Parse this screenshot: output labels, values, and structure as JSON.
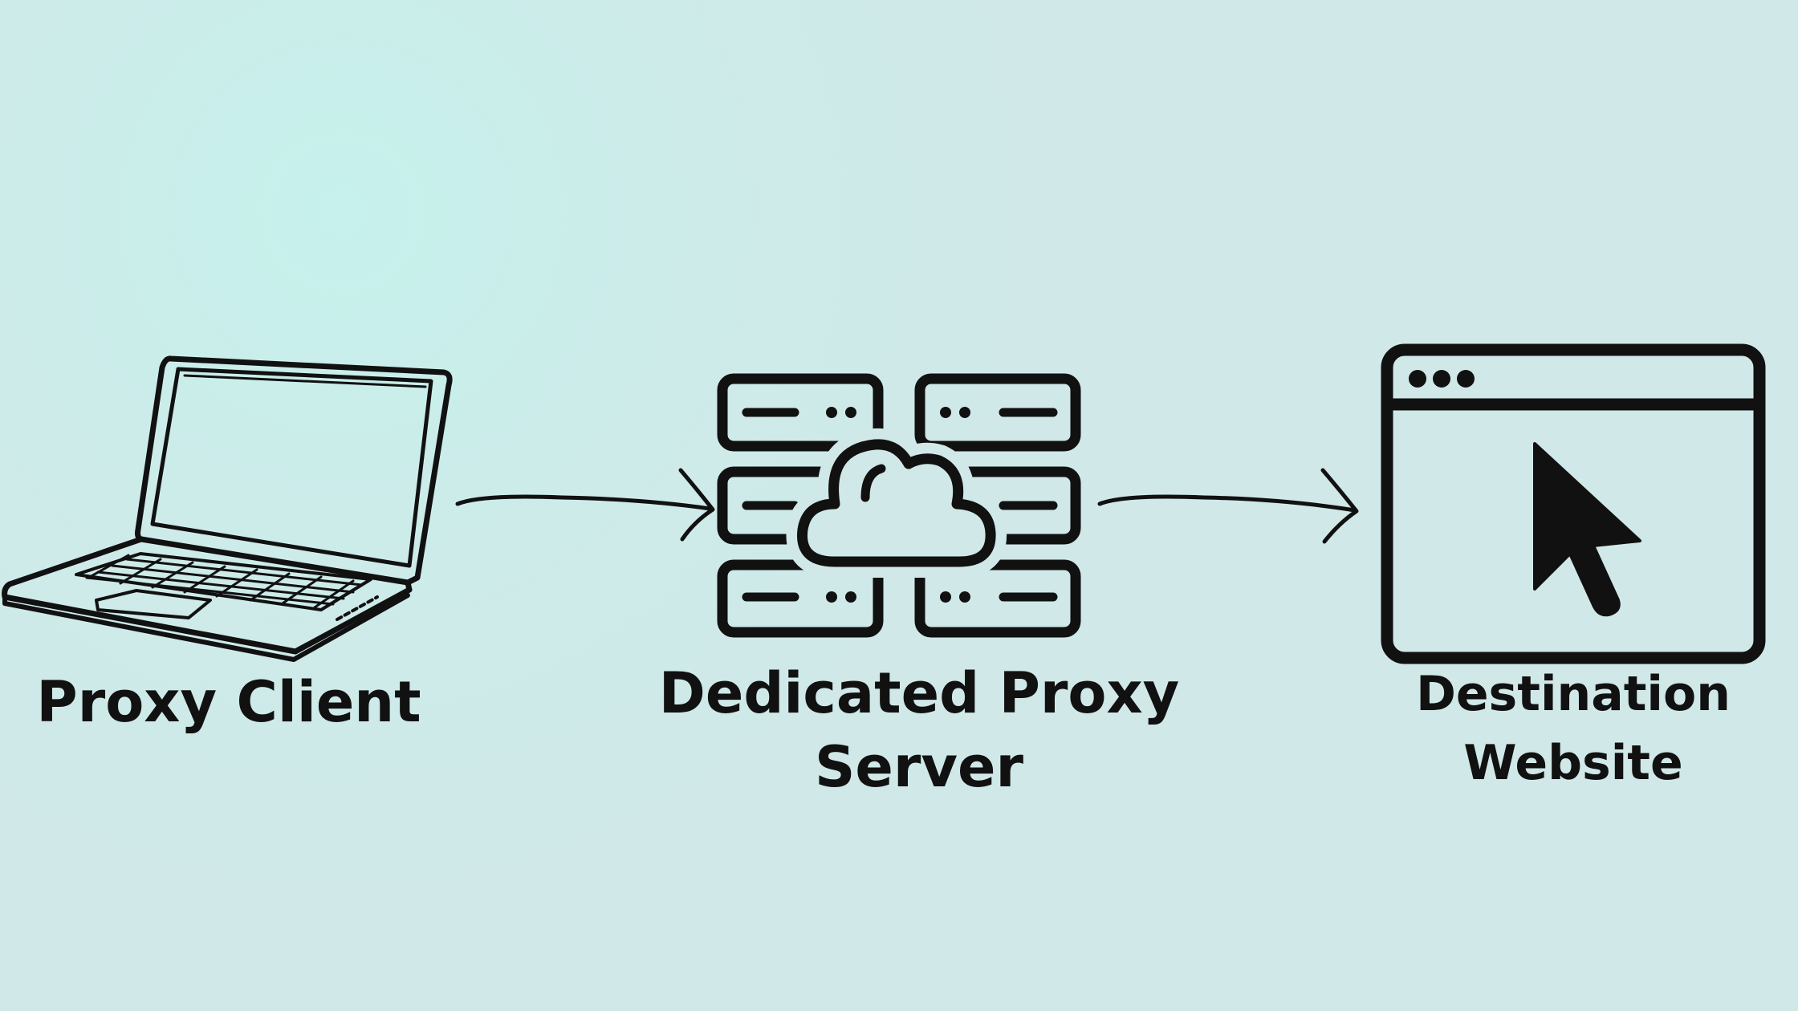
{
  "nodes": [
    {
      "id": "client",
      "icon": "laptop-icon",
      "label": "Proxy Client"
    },
    {
      "id": "proxy",
      "icon": "server-cloud-icon",
      "label_line1": "Dedicated Proxy",
      "label_line2": "Server"
    },
    {
      "id": "destination",
      "icon": "browser-cursor-icon",
      "label_line1": "Destination",
      "label_line2": "Website"
    }
  ],
  "edges": [
    {
      "from": "client",
      "to": "proxy"
    },
    {
      "from": "proxy",
      "to": "destination"
    }
  ],
  "colors": {
    "background": "#d1e8e8",
    "stroke": "#111111"
  }
}
